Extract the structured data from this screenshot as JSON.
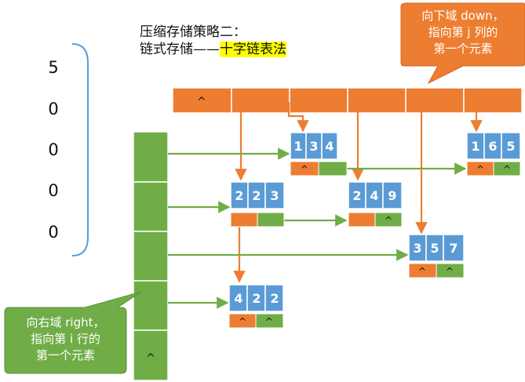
{
  "title": {
    "line1": "压缩存储策略二：",
    "line2_prefix": "链式存储——",
    "line2_highlight": "十字链表法"
  },
  "matrix_column": [
    "5",
    "0",
    "0",
    "0",
    "0"
  ],
  "callouts": {
    "down": [
      "向下域 down，",
      "指向第 j 列的",
      "第一个元素"
    ],
    "right": [
      "向右域 right，",
      "指向第 i 行的",
      "第一个元素"
    ]
  },
  "column_header": {
    "first_cell_null": "^"
  },
  "row_header": {
    "last_cell_null": "^"
  },
  "nodes": [
    {
      "id": "n134",
      "values": [
        "1",
        "3",
        "4"
      ],
      "down": "^",
      "right": ""
    },
    {
      "id": "n165",
      "values": [
        "1",
        "6",
        "5"
      ],
      "down": "^",
      "right": "^"
    },
    {
      "id": "n223",
      "values": [
        "2",
        "2",
        "3"
      ],
      "down": "",
      "right": ""
    },
    {
      "id": "n249",
      "values": [
        "2",
        "4",
        "9"
      ],
      "down": "",
      "right": "^"
    },
    {
      "id": "n357",
      "values": [
        "3",
        "5",
        "7"
      ],
      "down": "^",
      "right": "^"
    },
    {
      "id": "n422",
      "values": [
        "4",
        "2",
        "2"
      ],
      "down": "^",
      "right": "^"
    }
  ],
  "colors": {
    "orange": "#ED7D31",
    "green": "#70AD47",
    "blue": "#5B9BD5",
    "brace": "#5B9BD5",
    "highlight": "#FFFF00"
  }
}
